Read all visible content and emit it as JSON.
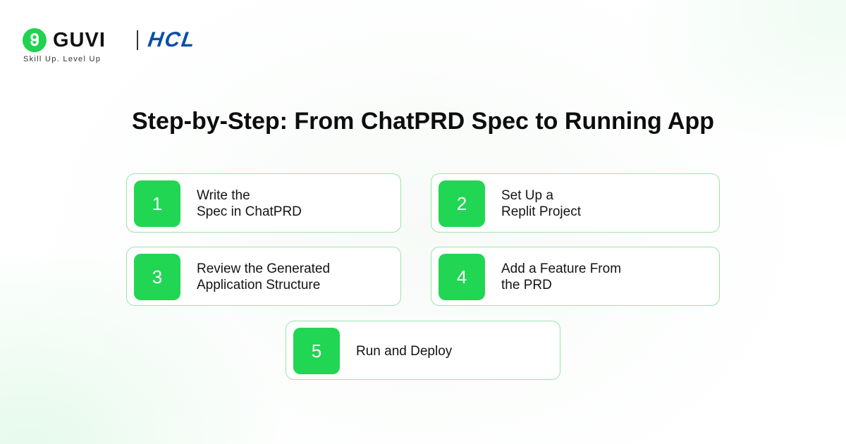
{
  "brand": {
    "guvi_name": "GUVI",
    "partner_name": "HCL",
    "tagline": "Skill Up. Level Up",
    "guvi_color": "#1fd24f",
    "hcl_color": "#0a4fa8"
  },
  "title": "Step-by-Step: From ChatPRD Spec to Running App",
  "accent_color": "#21d653",
  "border_color": "#9be3b0",
  "steps": [
    {
      "number": "1",
      "lines": [
        "Write the",
        "Spec in ChatPRD"
      ]
    },
    {
      "number": "2",
      "lines": [
        "Set Up a",
        "Replit Project"
      ]
    },
    {
      "number": "3",
      "lines": [
        "Review the Generated",
        "Application Structure"
      ]
    },
    {
      "number": "4",
      "lines": [
        "Add a Feature From",
        "the PRD"
      ]
    },
    {
      "number": "5",
      "lines": [
        "Run and Deploy"
      ]
    }
  ]
}
